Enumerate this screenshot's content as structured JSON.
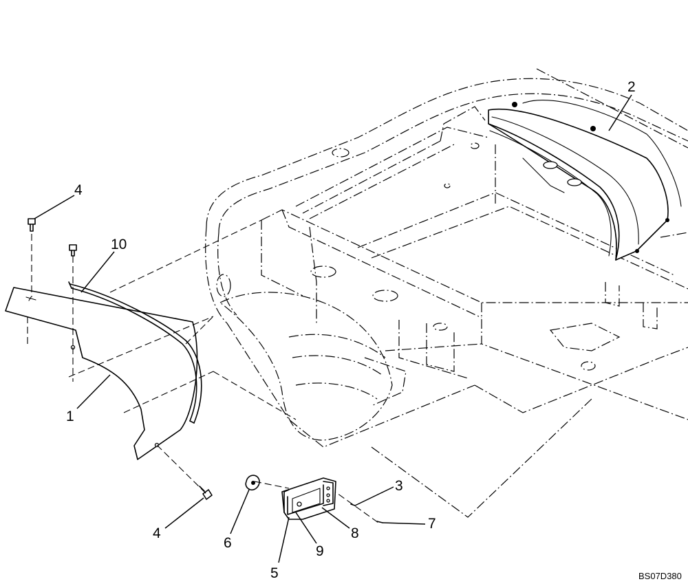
{
  "callouts": {
    "c1": "1",
    "c2": "2",
    "c3": "3",
    "c4a": "4",
    "c4b": "4",
    "c5": "5",
    "c6": "6",
    "c7": "7",
    "c8": "8",
    "c9": "9",
    "c10": "10"
  },
  "drawing_code": "BS07D380"
}
